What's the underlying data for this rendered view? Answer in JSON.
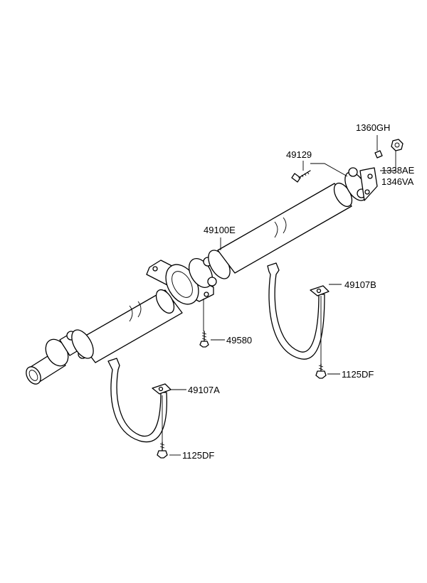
{
  "labels": {
    "nut_washer": "1360GH",
    "bolt_front": "49129",
    "nut_1": "1338AE",
    "nut_2": "1346VA",
    "shaft_assy": "49100E",
    "hanger_b": "49107B",
    "bolt_center": "49580",
    "bolt_b": "1125DF",
    "hanger_a": "49107A",
    "bolt_a": "1125DF"
  }
}
